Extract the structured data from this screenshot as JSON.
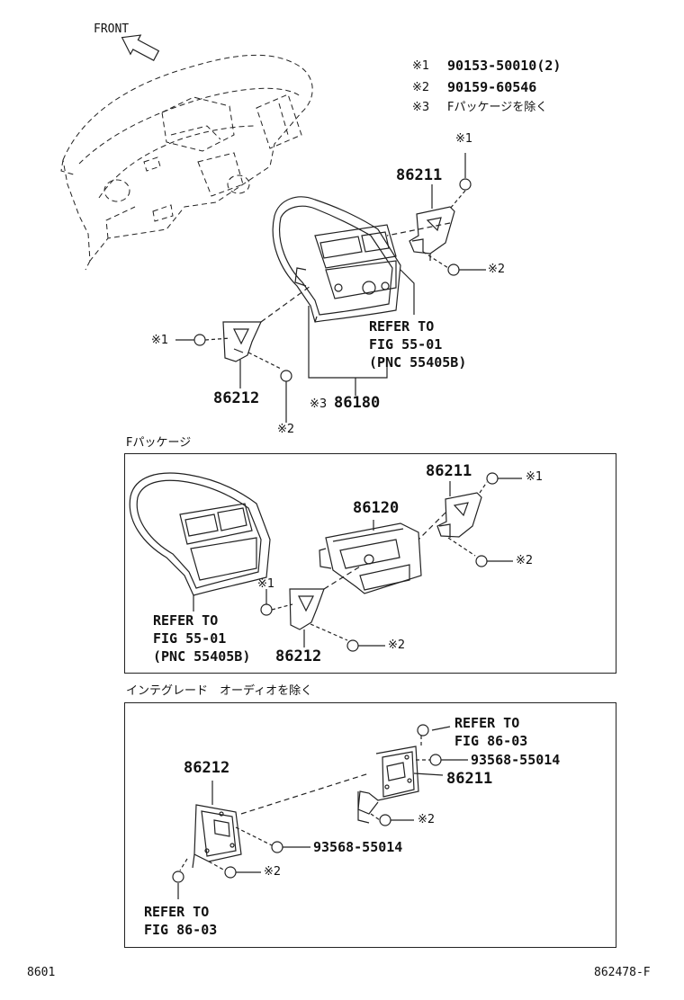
{
  "front_label": "FRONT",
  "notes": [
    {
      "mark": "※1",
      "text": "90153-50010(2)"
    },
    {
      "mark": "※2",
      "text": "90159-60546"
    },
    {
      "mark": "※3",
      "text": "Fパッケージを除く"
    }
  ],
  "top": {
    "part_86211": "86211",
    "part_86212": "86212",
    "part_86180": "86180",
    "mark_86180": "※3",
    "mark1_right": "※1",
    "mark2_right": "※2",
    "mark1_left": "※1",
    "mark2_left": "※2",
    "refer_line1": "REFER TO",
    "refer_line2": "FIG 55-01",
    "refer_line3": "(PNC 55405B)"
  },
  "section_f": {
    "title": "Fパッケージ",
    "part_86211": "86211",
    "part_86120": "86120",
    "part_86212": "86212",
    "mark1_right": "※1",
    "mark2_right": "※2",
    "mark1_left": "※1",
    "mark2_left": "※2",
    "refer_line1": "REFER TO",
    "refer_line2": "FIG 55-01",
    "refer_line3": "(PNC 55405B)"
  },
  "section_ig": {
    "title": "インテグレード　オーディオを除く",
    "part_86212": "86212",
    "part_86211": "86211",
    "screw_left": "93568-55014",
    "screw_right": "93568-55014",
    "mark2_left": "※2",
    "mark2_right": "※2",
    "refer_left_line1": "REFER TO",
    "refer_left_line2": "FIG 86-03",
    "refer_right_line1": "REFER TO",
    "refer_right_line2": "FIG 86-03"
  },
  "footer": {
    "page": "8601",
    "figure_id": "862478-F"
  }
}
